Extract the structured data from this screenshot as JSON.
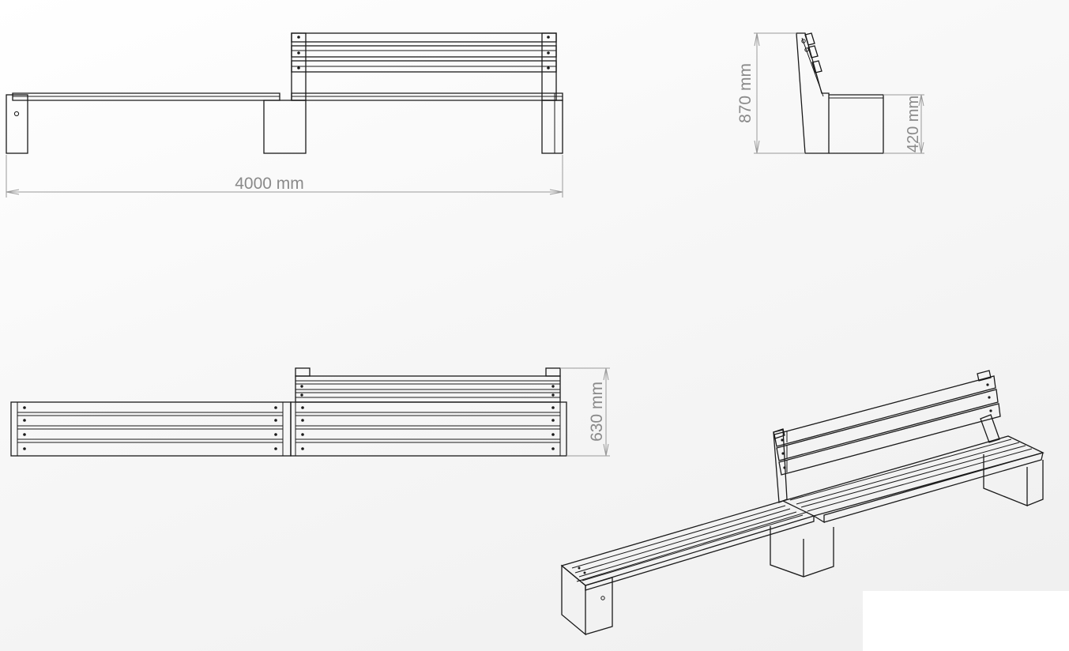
{
  "dimensions": {
    "length": "4000 mm",
    "height": "870 mm",
    "seat_height": "420 mm",
    "depth": "630 mm"
  },
  "colors": {
    "line": "#1a1a1a",
    "dimension": "#9a9a9a",
    "dimension_text": "#8a8a8a"
  }
}
